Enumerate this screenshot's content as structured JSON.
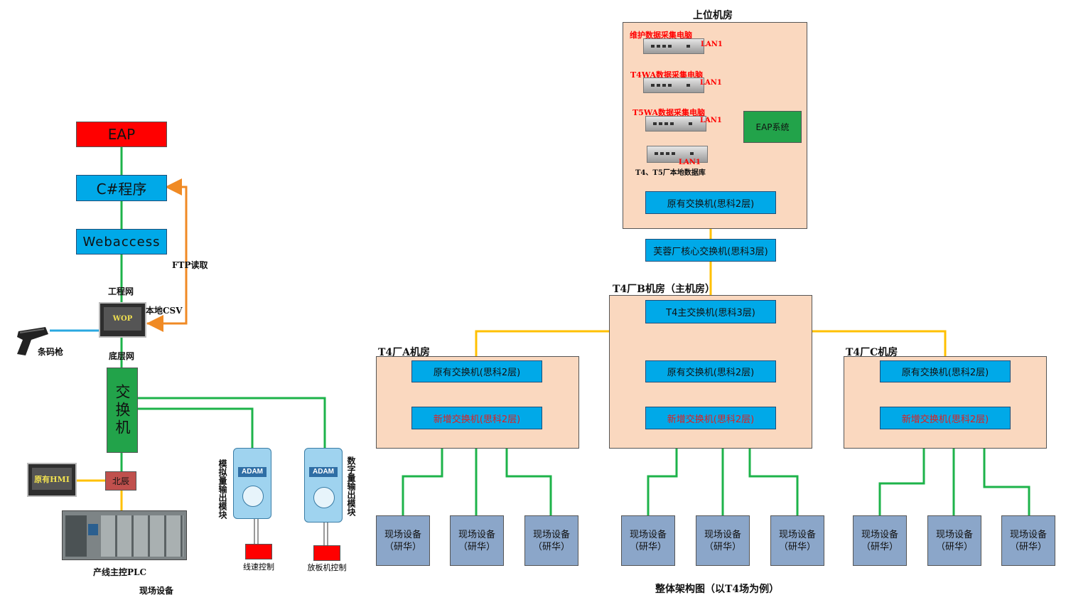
{
  "left": {
    "eap": "EAP",
    "csharp": "C#程序",
    "webaccess": "Webaccess",
    "ftp": "FTP读取",
    "project_net": "工程网",
    "local_csv": "本地CSV",
    "wop": "WOP",
    "barcode": "条码枪",
    "bottom_net": "底层网",
    "switch": "交换机",
    "hmi": "原有HMI",
    "beichen": "北辰",
    "plc": "产线主控PLC",
    "field_device": "现场设备",
    "analog_module": "模拟量输出模块",
    "digital_module": "数字量输出模块",
    "adam": "ADAM",
    "line_speed": "线速控制",
    "board_ctrl": "放板机控制"
  },
  "right": {
    "upper_room": "上位机房",
    "pc1": "维护数据采集电脑",
    "pc2": "T4WA数据采集电脑",
    "pc3": "T5WA数据采集电脑",
    "pc4": "T4、T5厂本地数据库",
    "lan": "LAN1",
    "eap_system": "EAP系统",
    "orig_switch": "原有交换机(思科2层)",
    "core_switch": "芙蓉厂核心交换机(思科3层)",
    "b_room": "T4厂B机房（主机房）",
    "t4_main_switch": "T4主交换机(思科3层)",
    "a_room": "T4厂A机房",
    "c_room": "T4厂C机房",
    "new_switch": "新增交换机(思科2层)",
    "field_line1": "现场设备",
    "field_line2": "（研华）",
    "caption": "整体架构图（以T4场为例）"
  },
  "colors": {
    "green_line": "#1db34a",
    "orange_line": "#f08a24",
    "yellow_line": "#ffc000",
    "blue_line": "#2aa8e0",
    "switch_blue": "#00a9e8",
    "room_fill": "#fad8bf",
    "field_fill": "#8ba6c9",
    "eap_red": "#ff0000",
    "switch_green": "#22a34a"
  }
}
